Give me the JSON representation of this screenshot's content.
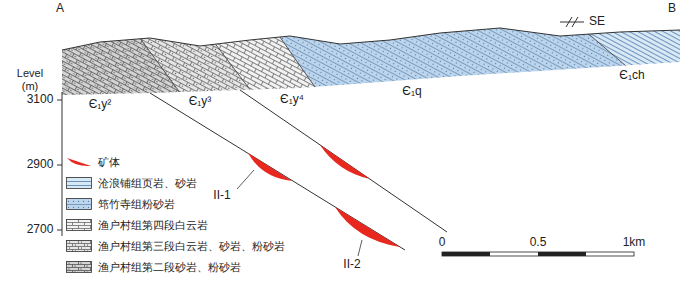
{
  "diagram": {
    "labels": [
      "A",
      "B",
      "SE",
      "Level (m)",
      "3100",
      "2900",
      "2700",
      "Є₁y²",
      "Є₁y³",
      "Є₁y⁴",
      "Є₁q",
      "Є₁ch",
      "II-1",
      "II-2",
      "0",
      "0.5",
      "1km"
    ],
    "legend": [
      {
        "text": "矿体",
        "color": "#e8281e"
      },
      {
        "text": "沧浪铺组页岩、砂岩"
      },
      {
        "text": "筇竹寺组粉砂岩"
      },
      {
        "text": "渔户村组第四段白云岩"
      },
      {
        "text": "渔户村组第三段白云岩、砂岩、粉砂岩"
      },
      {
        "text": "渔户村组第二段砂岩、粉砂岩"
      }
    ]
  }
}
